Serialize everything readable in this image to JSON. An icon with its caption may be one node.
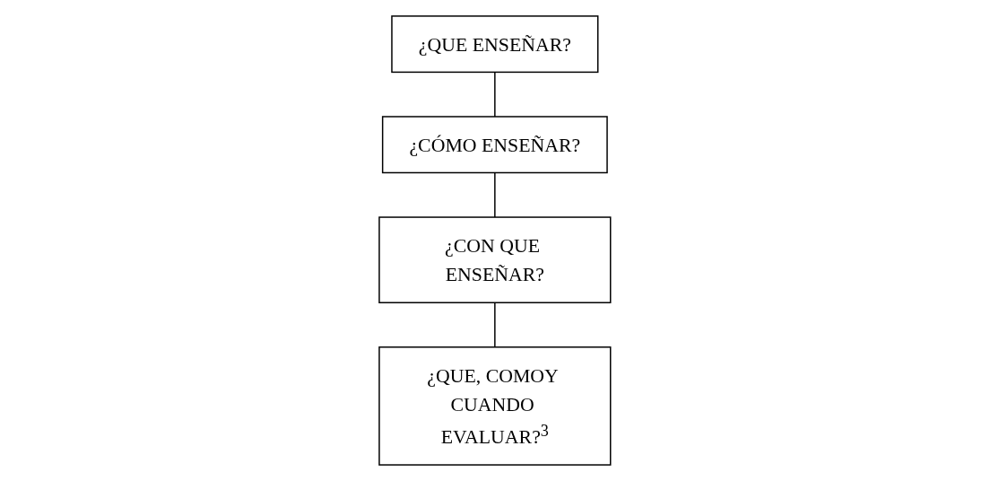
{
  "diagram": {
    "nodes": [
      {
        "text": [
          "¿QUE ENSEÑAR?"
        ]
      },
      {
        "text": [
          "¿CÓMO ENSEÑAR?"
        ]
      },
      {
        "text": [
          "¿CON QUE ENSEÑAR?"
        ]
      },
      {
        "text": [
          "¿QUE, COMOY CUANDO EVALUAR?$^{3}$"
        ]
      }
    ],
    "edges": [
      {
        "from": 0,
        "to": 1,
        "arrow": "none"
      },
      {
        "from": 1,
        "to": 2,
        "arrow": "none"
      },
      {
        "from": 2,
        "to": 3,
        "arrow": "none"
      }
    ]
  }
}
